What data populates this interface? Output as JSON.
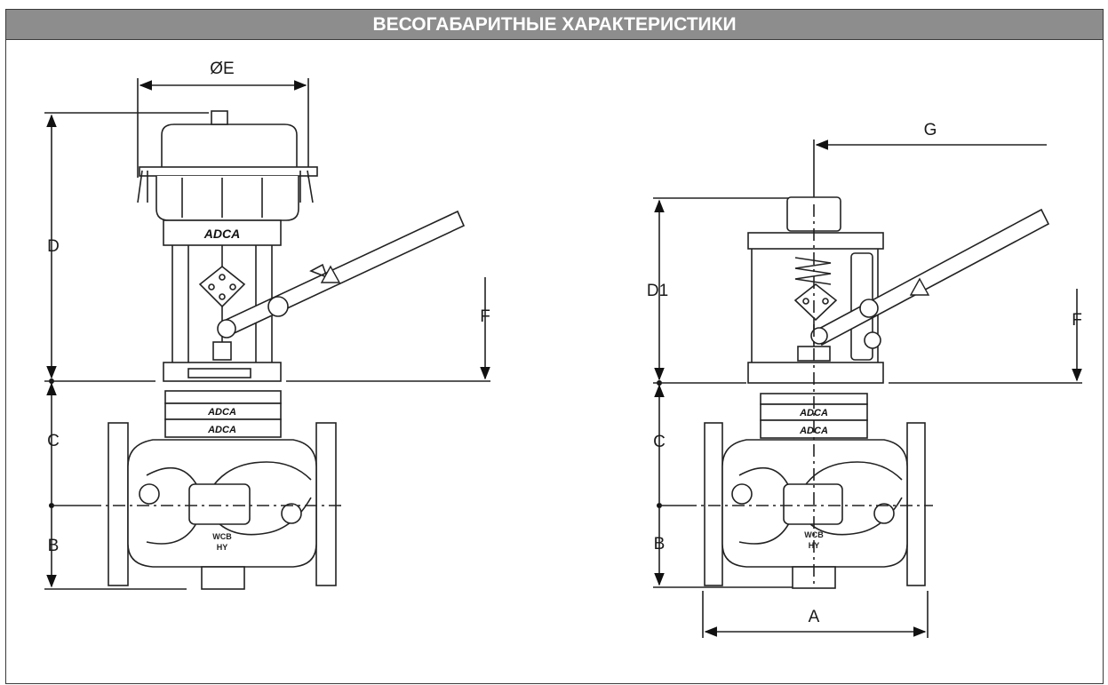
{
  "title": "ВЕСОГАБАРИТНЫЕ ХАРАКТЕРИСТИКИ",
  "colors": {
    "header_bg": "#8d8d8d",
    "header_text": "#ffffff",
    "line": "#222222",
    "border": "#3a3a3a"
  },
  "left_view": {
    "dimensions": {
      "e": "ØE",
      "d": "D",
      "f": "F",
      "c": "C",
      "b": "B"
    },
    "brand": "ADCA",
    "body_marks": [
      "WCB",
      "HY"
    ]
  },
  "right_view": {
    "dimensions": {
      "g": "G",
      "d1": "D1",
      "f": "F",
      "c": "C",
      "b": "B",
      "a": "A"
    },
    "brand": "ADCA",
    "body_marks": [
      "WCB",
      "HY"
    ]
  }
}
